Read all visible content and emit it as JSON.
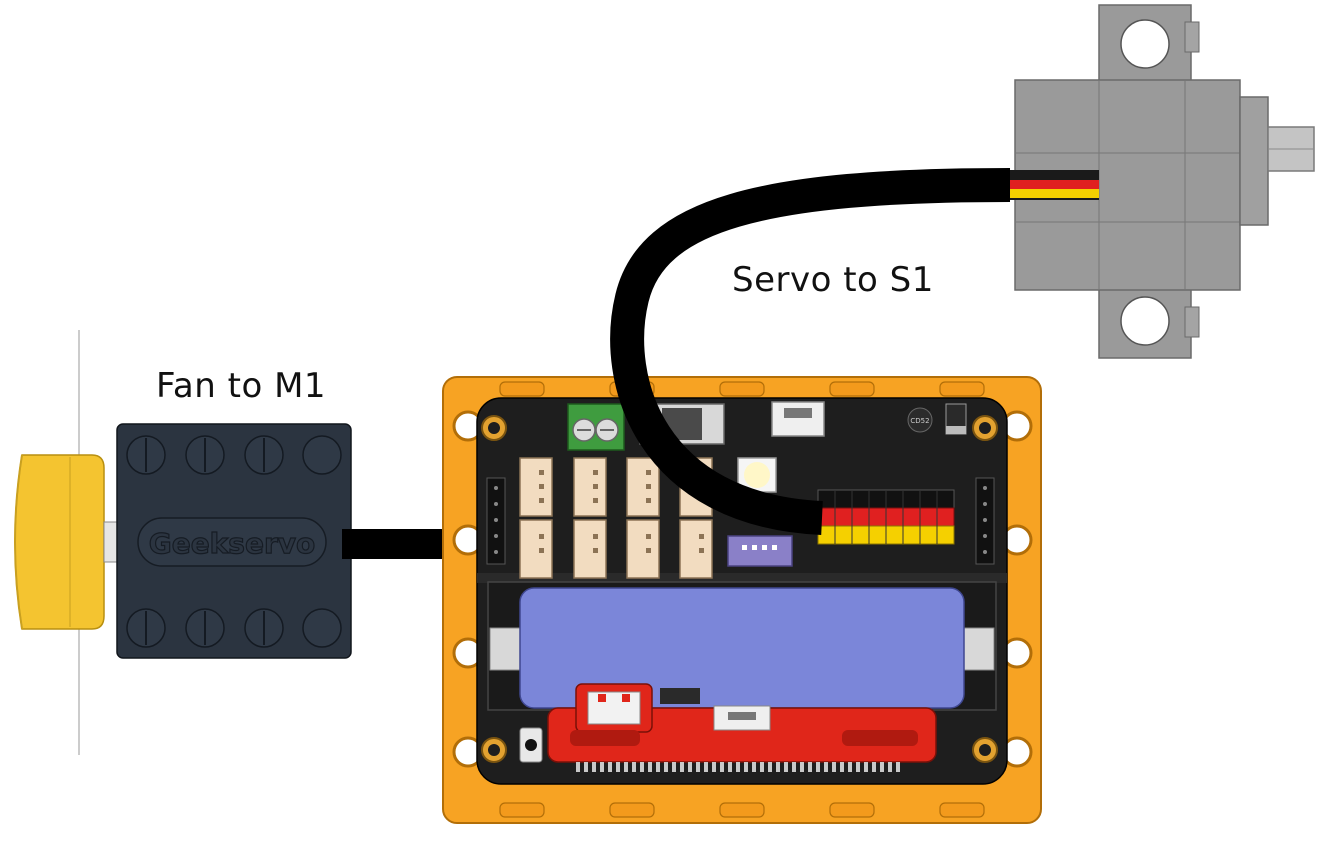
{
  "labels": {
    "fan": "Fan to M1",
    "servo": "Servo to S1"
  },
  "fan_motor": {
    "brand_text": "Geekservo"
  },
  "board": {
    "chip_text": "CD52"
  },
  "colors": {
    "frame_orange": "#f7a323",
    "pcb_black": "#1e1e1e",
    "battery_blue": "#7b86d9",
    "fan_yellow": "#f4c430",
    "motor_body": "#2b3440",
    "servo_gray": "#9a9a9a",
    "cable_black": "#000000",
    "wire_red": "#e02020",
    "wire_yellow": "#f5d000",
    "terminal_green": "#3f9c3f",
    "connector_cream": "#f2dcc0",
    "header_red": "#e02020",
    "header_yellow": "#f5d000",
    "module_red": "#e0261a",
    "ir_connector_purple": "#8a80c8"
  }
}
